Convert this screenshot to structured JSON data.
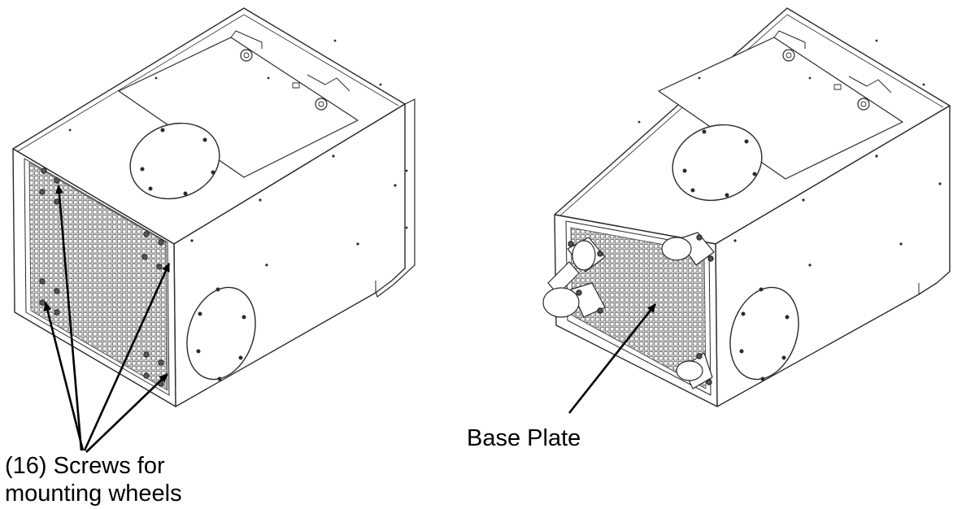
{
  "labels": {
    "screws_line1": "(16) Screws for",
    "screws_line2": "mounting wheels",
    "base_plate": "Base Plate"
  },
  "colors": {
    "line": "#2a2a2a",
    "mesh": "#777777",
    "arrow": "#000000"
  }
}
